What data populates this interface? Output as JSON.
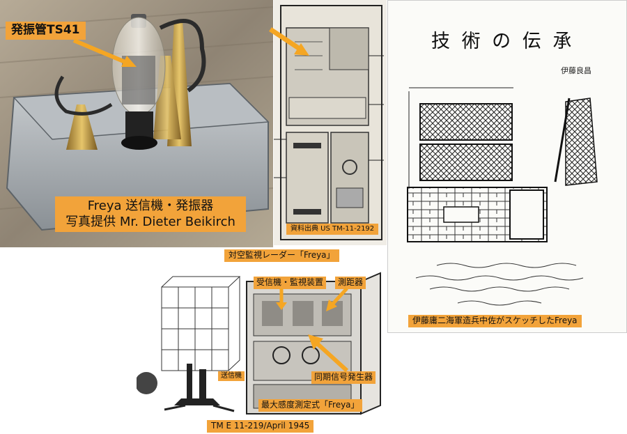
{
  "photo": {
    "tube_label": "発振管TS41",
    "caption_line1": "Freya 送信機・発振器",
    "caption_line2": "写真提供 Mr. Dieter Beikirch"
  },
  "manual": {
    "source_label": "資料出典 US TM-11-2192"
  },
  "sketch": {
    "title": "技 術 の 伝 承",
    "author": "伊藤良昌",
    "caption": "伊藤庸二海軍造兵中佐がスケッチしたFreya"
  },
  "center_caption": "対空監視レーダー「Freya」",
  "diagram": {
    "transmitter_label": "送信機",
    "receiver_label": "受信機・監視装置",
    "rangefinder_label": "測距器",
    "sync_label": "同期信号発生器",
    "model_label": "最大感度測定式「Freya」",
    "footer": "TM E 11-219/April 1945"
  },
  "colors": {
    "label_orange": "#f2a33a",
    "arrow_orange": "#f5a623"
  }
}
